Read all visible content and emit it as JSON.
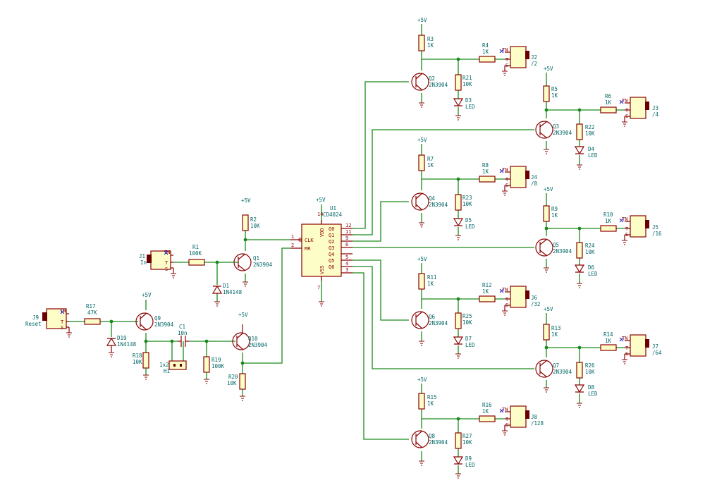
{
  "components": {
    "Q1": {
      "ref": "Q1",
      "value": "2N3904"
    },
    "Q2": {
      "ref": "Q2",
      "value": "2N3904"
    },
    "Q3": {
      "ref": "Q3",
      "value": "2N3904"
    },
    "Q4": {
      "ref": "Q4",
      "value": "2N3904"
    },
    "Q5": {
      "ref": "Q5",
      "value": "2N3904"
    },
    "Q6": {
      "ref": "Q6",
      "value": "2N3904"
    },
    "Q7": {
      "ref": "Q7",
      "value": "2N3904"
    },
    "Q8": {
      "ref": "Q8",
      "value": "2N3904"
    },
    "Q9": {
      "ref": "Q9",
      "value": "2N3904"
    },
    "Q10": {
      "ref": "Q10",
      "value": "2N3904"
    },
    "R1": {
      "ref": "R1",
      "value": "100K"
    },
    "R2": {
      "ref": "R2",
      "value": "10K"
    },
    "R3": {
      "ref": "R3",
      "value": "1K"
    },
    "R4": {
      "ref": "R4",
      "value": "1K"
    },
    "R5": {
      "ref": "R5",
      "value": "1K"
    },
    "R6": {
      "ref": "R6",
      "value": "1K"
    },
    "R7": {
      "ref": "R7",
      "value": "1K"
    },
    "R8": {
      "ref": "R8",
      "value": "1K"
    },
    "R9": {
      "ref": "R9",
      "value": "1K"
    },
    "R10": {
      "ref": "R10",
      "value": "1K"
    },
    "R11": {
      "ref": "R11",
      "value": "1K"
    },
    "R12": {
      "ref": "R12",
      "value": "1K"
    },
    "R13": {
      "ref": "R13",
      "value": "1K"
    },
    "R14": {
      "ref": "R14",
      "value": "1K"
    },
    "R15": {
      "ref": "R15",
      "value": "1K"
    },
    "R16": {
      "ref": "R16",
      "value": "1K"
    },
    "R17": {
      "ref": "R17",
      "value": "47K"
    },
    "R18": {
      "ref": "R18",
      "value": "10K"
    },
    "R19": {
      "ref": "R19",
      "value": "100K"
    },
    "R20": {
      "ref": "R20",
      "value": "10K"
    },
    "R21": {
      "ref": "R21",
      "value": "10K"
    },
    "R22": {
      "ref": "R22",
      "value": "10K"
    },
    "R23": {
      "ref": "R23",
      "value": "10K"
    },
    "R24": {
      "ref": "R24",
      "value": "10K"
    },
    "R25": {
      "ref": "R25",
      "value": "10K"
    },
    "R26": {
      "ref": "R26",
      "value": "10K"
    },
    "R27": {
      "ref": "R27",
      "value": "10K"
    },
    "D1": {
      "ref": "D1",
      "value": "1N4148"
    },
    "D19": {
      "ref": "D19",
      "value": "1N4148"
    },
    "D3": {
      "ref": "D3",
      "value": "LED"
    },
    "D4": {
      "ref": "D4",
      "value": "LED"
    },
    "D5": {
      "ref": "D5",
      "value": "LED"
    },
    "D6": {
      "ref": "D6",
      "value": "LED"
    },
    "D7": {
      "ref": "D7",
      "value": "LED"
    },
    "D8": {
      "ref": "D8",
      "value": "LED"
    },
    "D9": {
      "ref": "D9",
      "value": "LED"
    },
    "C1": {
      "ref": "C1",
      "value": "10n"
    },
    "H1": {
      "ref": "H1",
      "value": "1x2"
    },
    "U1": {
      "ref": "U1",
      "value": "CD4024"
    },
    "J1": {
      "ref": "J1",
      "value": "In"
    },
    "J2": {
      "ref": "J2",
      "value": "/2"
    },
    "J3": {
      "ref": "J3",
      "value": "/4"
    },
    "J4": {
      "ref": "J4",
      "value": "/8"
    },
    "J5": {
      "ref": "J5",
      "value": "/16"
    },
    "J6": {
      "ref": "J6",
      "value": "/32"
    },
    "J7": {
      "ref": "J7",
      "value": "/64"
    },
    "J8": {
      "ref": "J8",
      "value": "/128"
    },
    "J9": {
      "ref": "J9",
      "value": "Reset"
    }
  },
  "power": {
    "vcc": "+5V"
  },
  "jack_pins": {
    "tn": "TN",
    "t": "T",
    "s": "S"
  },
  "ic": {
    "pin_clk": "CLK",
    "pin_mr": "MR",
    "pin_vdd": "VDD",
    "pin_vss": "VSS",
    "outputs": [
      "Q0",
      "Q1",
      "Q2",
      "Q3",
      "Q4",
      "Q5",
      "Q6"
    ],
    "output_pin_numbers": [
      "12",
      "11",
      "9",
      "6",
      "5",
      "4",
      "3"
    ],
    "pin_clk_num": "1",
    "pin_mr_num": "2",
    "pin_vdd_num": "14",
    "pin_vss_num": "7"
  },
  "colors": {
    "wire": "#1a8a1a",
    "part": "#8b0000",
    "body_fill": "#fdfdc8",
    "text": "#006666"
  }
}
